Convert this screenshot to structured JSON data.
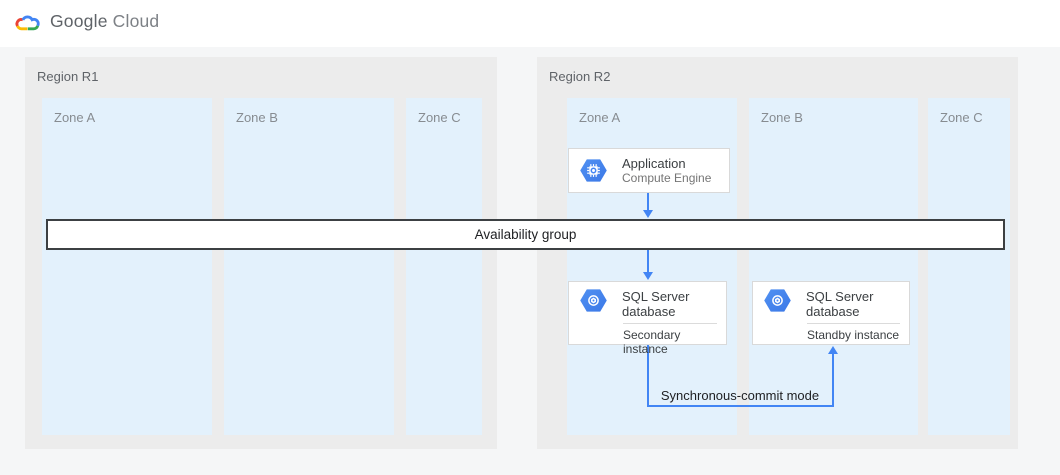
{
  "header": {
    "brand": {
      "google": "Google",
      "cloud": "Cloud"
    }
  },
  "diagram": {
    "regions": [
      {
        "label": "Region R1",
        "zones": [
          {
            "label": "Zone A"
          },
          {
            "label": "Zone B"
          },
          {
            "label": "Zone C"
          }
        ]
      },
      {
        "label": "Region R2",
        "zones": [
          {
            "label": "Zone A"
          },
          {
            "label": "Zone B"
          },
          {
            "label": "Zone C"
          }
        ]
      }
    ],
    "availability_group": {
      "label": "Availability group"
    },
    "nodes": {
      "application": {
        "title": "Application",
        "product": "Compute Engine"
      },
      "sql_secondary": {
        "title_lines": [
          "SQL Server",
          "database"
        ],
        "instance": "Secondary instance"
      },
      "sql_standby": {
        "title_lines": [
          "SQL Server",
          "database"
        ],
        "instance": "Standby instance"
      }
    },
    "connections": {
      "sync_commit_label": "Synchronous-commit mode"
    },
    "colors": {
      "arrow_blue": "#4285F4",
      "icon_blue": "#4285F4",
      "zone_fill": "#E3F1FC",
      "region_fill": "#ECECEC",
      "canvas_bg": "#F5F6F7",
      "bar_border": "#3C4043",
      "logo_red": "#EA4335",
      "logo_yellow": "#FBBC04",
      "logo_green": "#34A853"
    }
  }
}
